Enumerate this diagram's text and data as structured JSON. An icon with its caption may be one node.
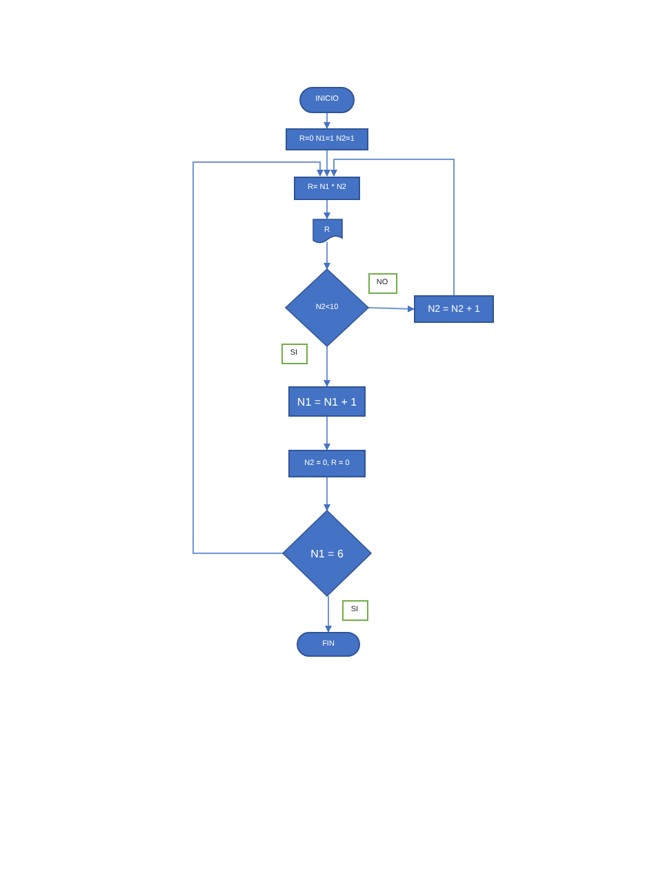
{
  "diagram": {
    "nodes": [
      {
        "text": [
          "INICIO"
        ]
      },
      {
        "text": [
          "R=0 N1=1 N2=1"
        ]
      },
      {
        "text": [
          "R= N1 * N2"
        ]
      },
      {
        "text": [
          "R"
        ]
      },
      {
        "text": [
          "N2<10"
        ]
      },
      {
        "text": [
          "NO"
        ]
      },
      {
        "text": [
          "N2 = N2 + 1"
        ]
      },
      {
        "text": [
          "SI"
        ]
      },
      {
        "text": [
          "N1 = N1 + 1"
        ]
      },
      {
        "text": [
          "N2 = 0, R = 0"
        ]
      },
      {
        "text": [
          "N1 = 6"
        ]
      },
      {
        "text": [
          "SI"
        ]
      },
      {
        "text": [
          "FIN"
        ]
      }
    ],
    "edges": [
      {
        "from": 0,
        "to": 1,
        "arrow": "to"
      },
      {
        "from": 1,
        "to": 2,
        "arrow": "to"
      },
      {
        "from": 2,
        "to": 3,
        "arrow": "to"
      },
      {
        "from": 3,
        "to": 4,
        "arrow": "to"
      },
      {
        "from": 4,
        "to": 6,
        "arrow": "to"
      },
      {
        "from": 6,
        "to": 2,
        "arrow": "to"
      },
      {
        "from": 4,
        "to": 8,
        "arrow": "to"
      },
      {
        "from": 8,
        "to": 9,
        "arrow": "to"
      },
      {
        "from": 9,
        "to": 10,
        "arrow": "to"
      },
      {
        "from": 10,
        "to": 2,
        "arrow": "to"
      },
      {
        "from": 10,
        "to": 12,
        "arrow": "to"
      }
    ]
  }
}
